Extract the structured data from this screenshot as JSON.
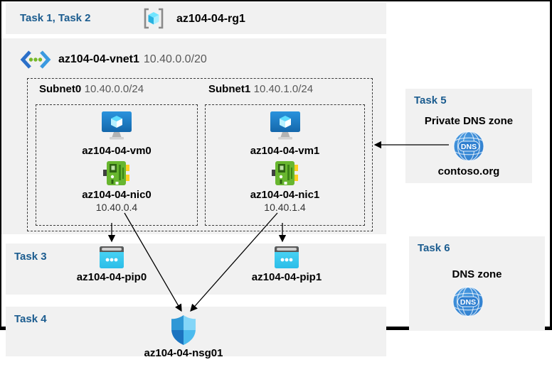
{
  "colors": {
    "accent_blue": "#1b5c8f",
    "panel_gray": "#f1f1f1",
    "muted_text": "#595959",
    "icon_cyan": "#3ecdf2",
    "icon_green": "#68b62f",
    "icon_blue": "#1e83d3",
    "dns_blue": "#3184d2"
  },
  "header": {
    "tasks_label": "Task 1, Task 2",
    "resource_group": "az104-04-rg1"
  },
  "vnet": {
    "name": "az104-04-vnet1",
    "cidr": "10.40.0.0/20",
    "subnets": [
      {
        "name": "Subnet0",
        "cidr": "10.40.0.0/24",
        "vm": "az104-04-vm0",
        "nic": "az104-04-nic0",
        "ip": "10.40.0.4"
      },
      {
        "name": "Subnet1",
        "cidr": "10.40.1.0/24",
        "vm": "az104-04-vm1",
        "nic": "az104-04-nic1",
        "ip": "10.40.1.4"
      }
    ]
  },
  "task3": {
    "label": "Task 3",
    "pips": [
      "az104-04-pip0",
      "az104-04-pip1"
    ]
  },
  "task4": {
    "label": "Task 4",
    "nsg": "az104-04-nsg01"
  },
  "task5": {
    "label": "Task 5",
    "title": "Private DNS zone",
    "zone": "contoso.org",
    "dns_icon_text": "DNS"
  },
  "task6": {
    "label": "Task 6",
    "title": "DNS zone",
    "dns_icon_text": "DNS"
  }
}
